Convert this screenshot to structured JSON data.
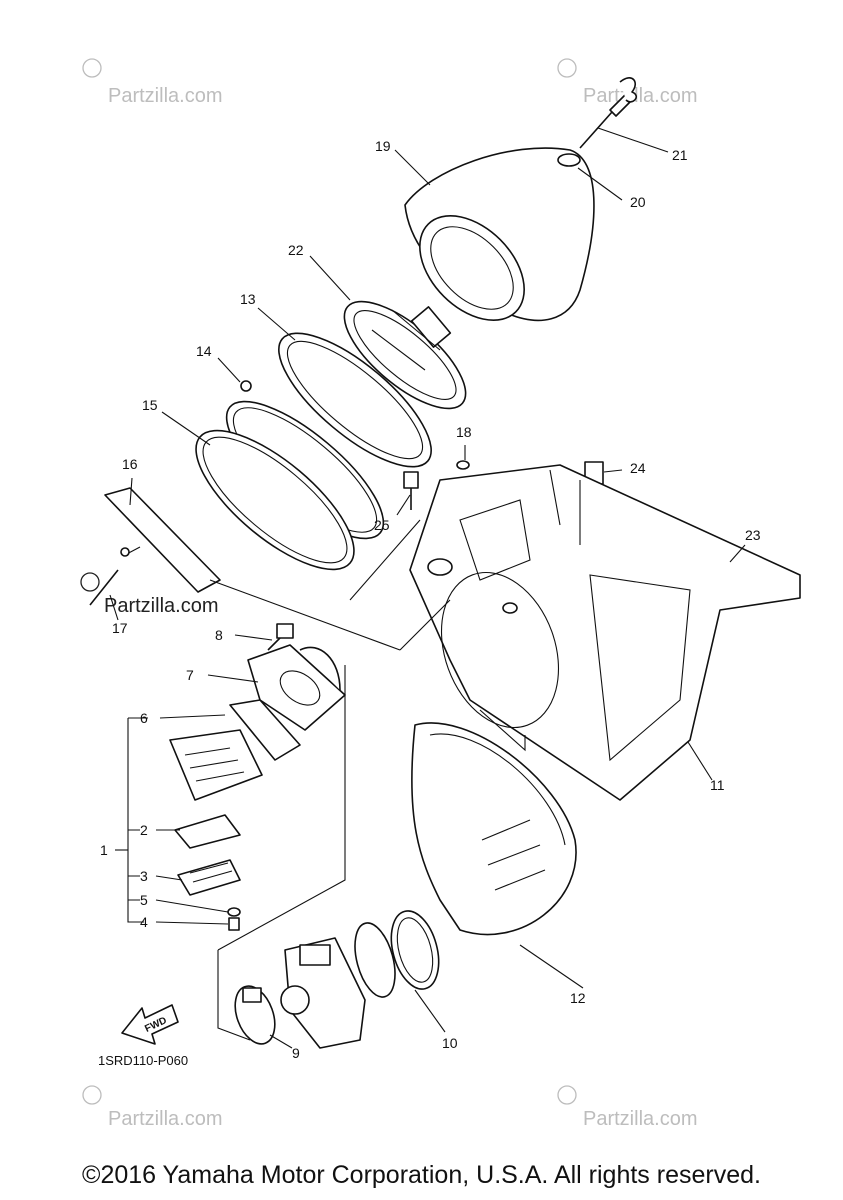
{
  "watermark": "Partzilla.com",
  "diagram_code": "1SRD110-P060",
  "fwd_label": "FWD",
  "copyright": "©2016 Yamaha Motor Corporation, U.S.A. All rights reserved.",
  "callouts": [
    "1",
    "2",
    "3",
    "4",
    "5",
    "6",
    "7",
    "8",
    "9",
    "10",
    "11",
    "12",
    "13",
    "14",
    "15",
    "16",
    "17",
    "18",
    "19",
    "20",
    "21",
    "22",
    "23",
    "24",
    "25"
  ]
}
